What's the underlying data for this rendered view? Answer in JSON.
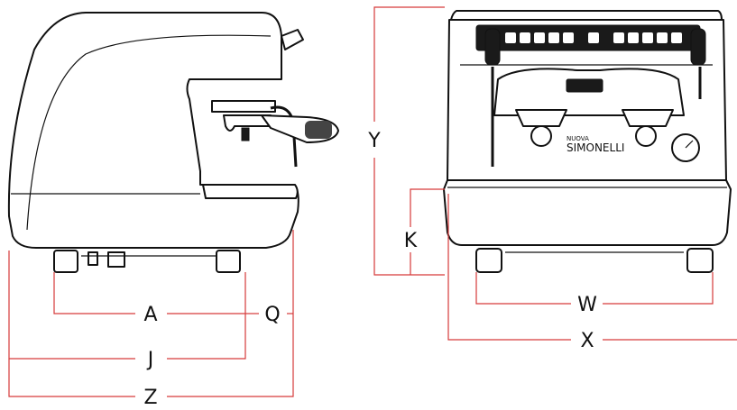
{
  "figure": {
    "side_view": {
      "dimension_labels": {
        "A": "A",
        "J": "J",
        "Z": "Z",
        "Q": "Q"
      }
    },
    "front_view": {
      "dimension_labels": {
        "Y": "Y",
        "K": "K",
        "W": "W",
        "X": "X"
      },
      "brand_small": "NUOVA",
      "brand_large": "SIMONELLI"
    }
  },
  "colors": {
    "dimension_line": "#d63a3a",
    "outline": "#111111"
  },
  "icons": [
    "button-panel-icons",
    "steam-knob-icon",
    "pressure-gauge-icon"
  ]
}
